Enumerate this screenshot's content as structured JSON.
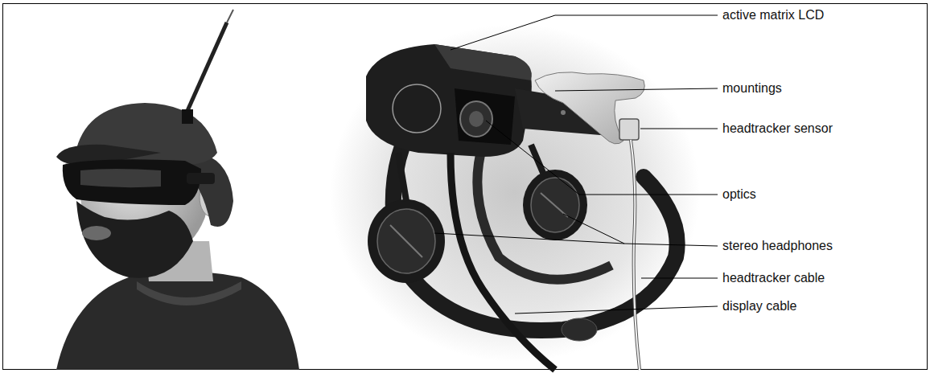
{
  "diagram": {
    "labels": [
      "active matrix LCD",
      "mountings",
      "headtracker sensor",
      "optics",
      "stereo headphones",
      "headtracker cable",
      "display cable"
    ]
  }
}
